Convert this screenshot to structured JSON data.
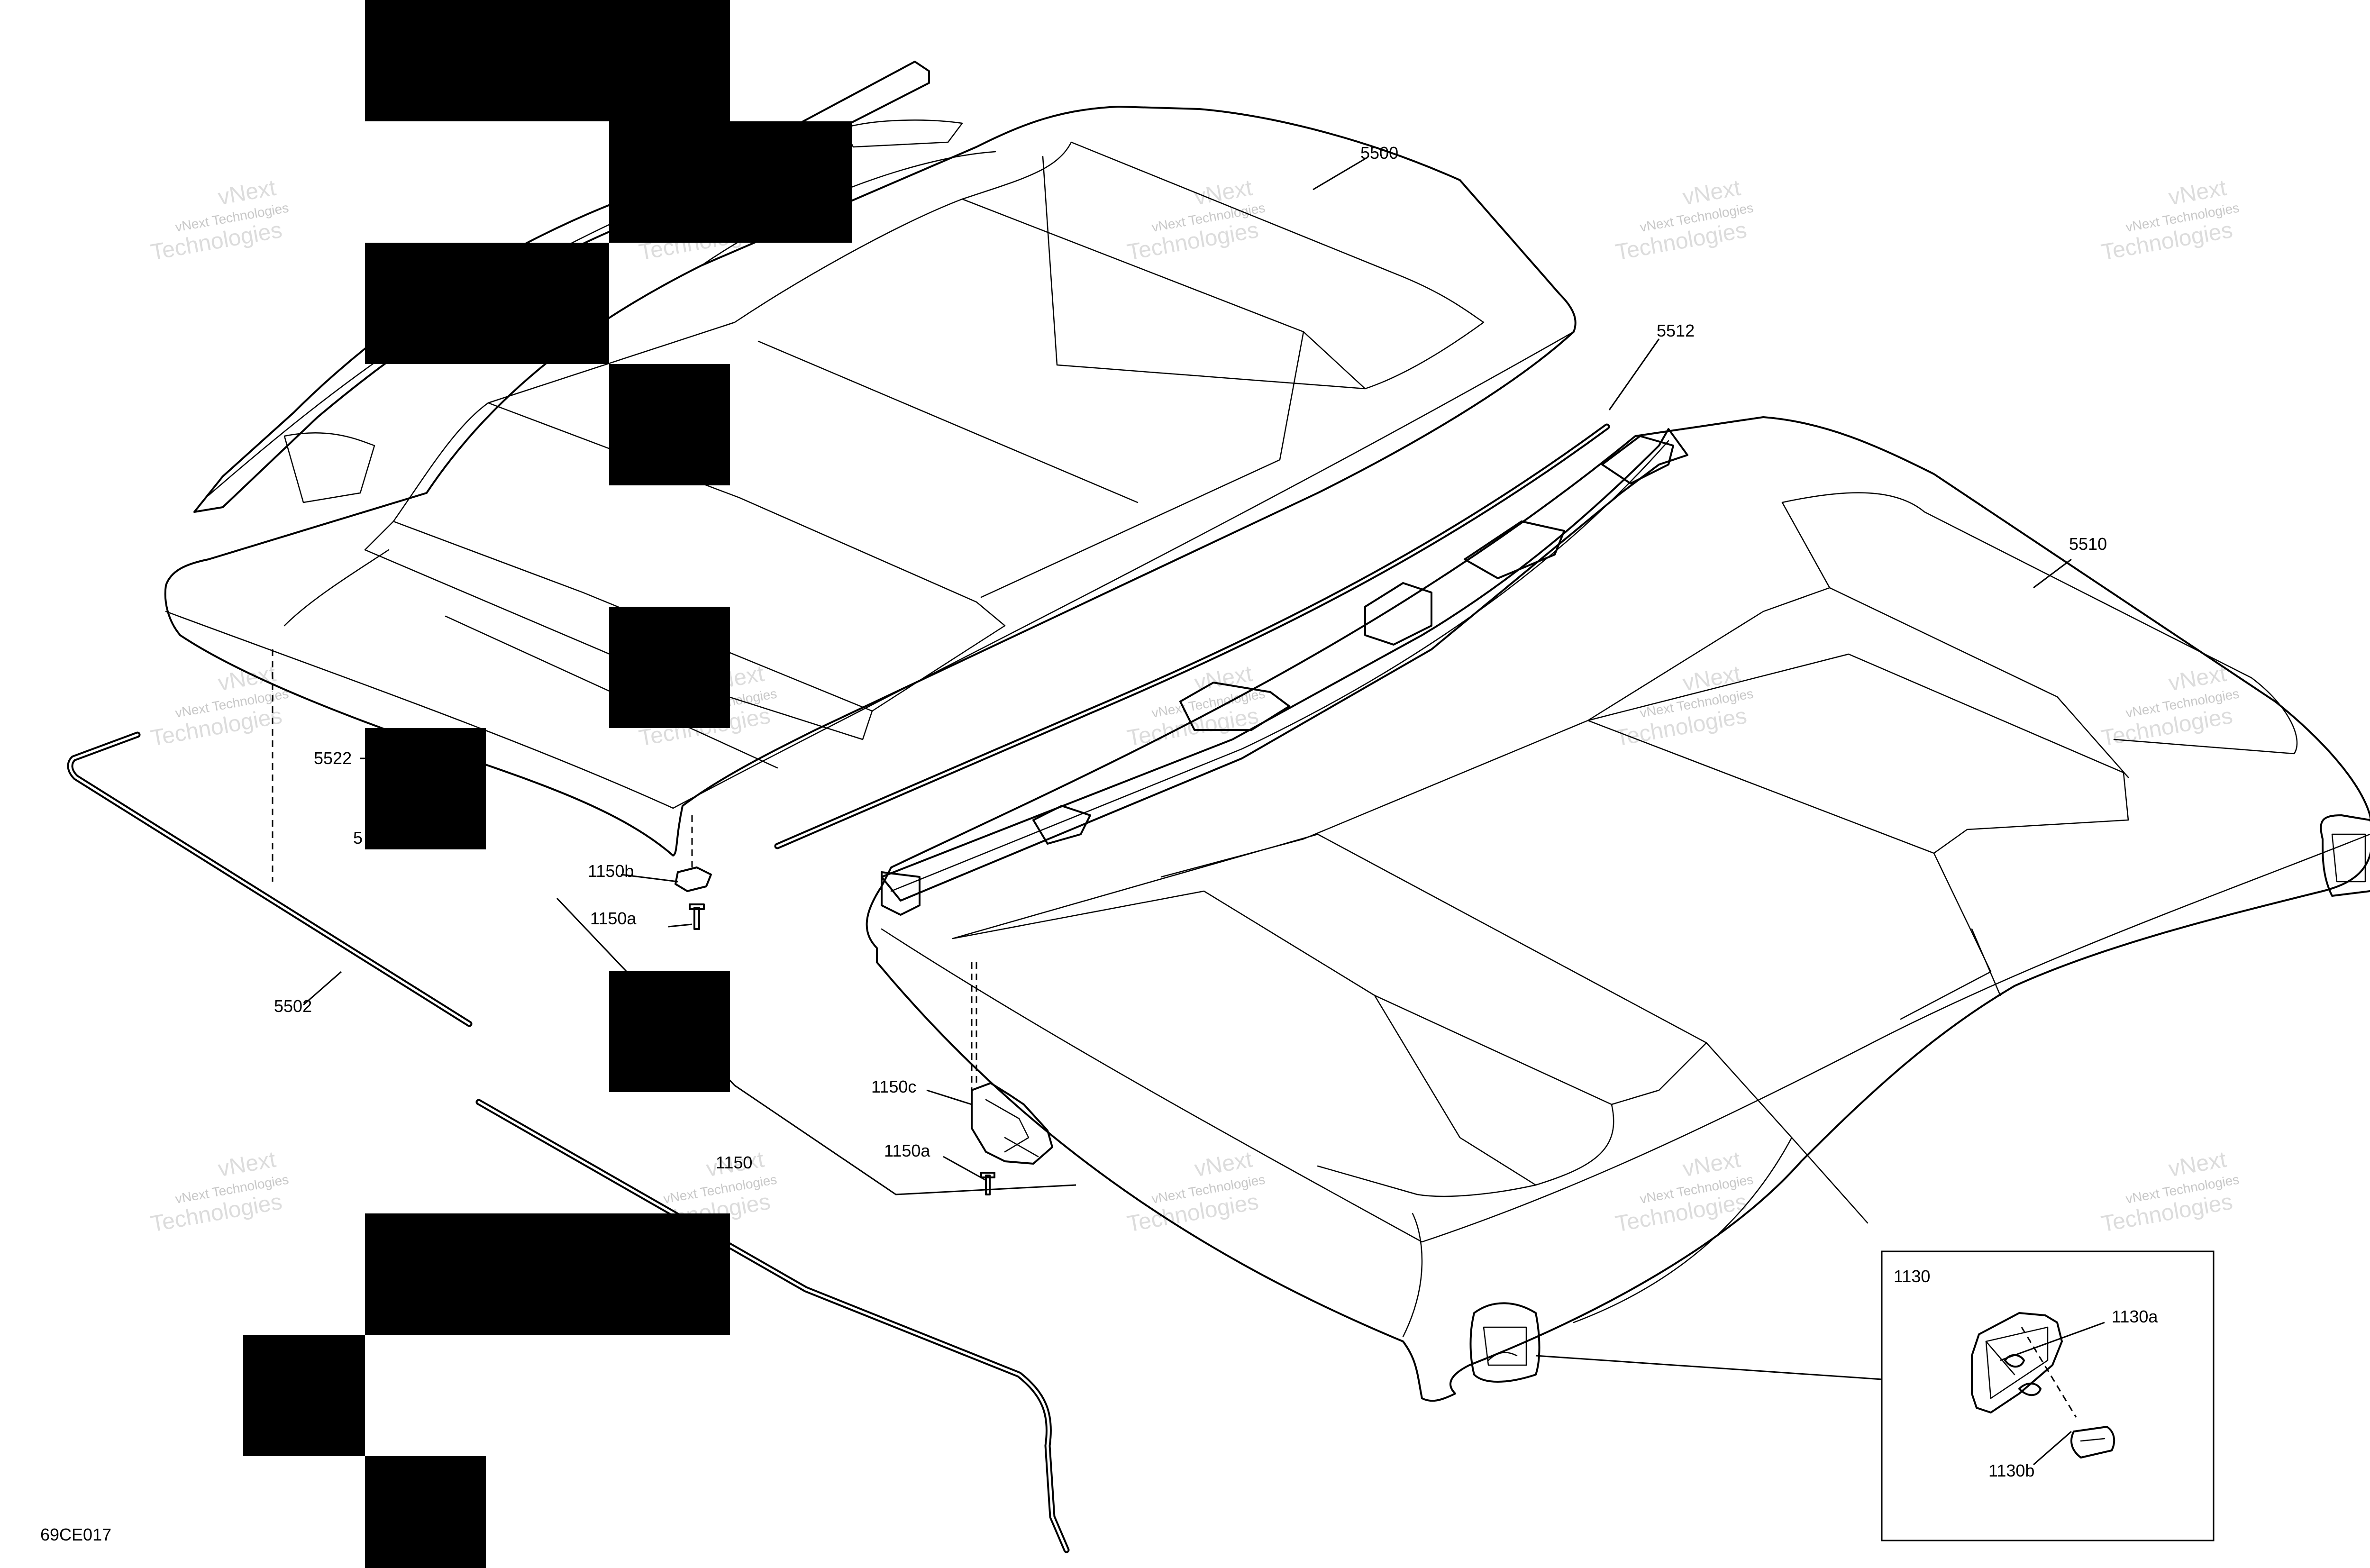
{
  "drawing": {
    "id": "69CE017",
    "watermark": {
      "line1": "vNext Technologies",
      "line2": "vNext",
      "line3": "Technologies"
    },
    "detail_box_label": "1130",
    "callouts": [
      {
        "key": "c5500",
        "text": "5500"
      },
      {
        "key": "c5512",
        "text": "5512"
      },
      {
        "key": "c5510",
        "text": "5510"
      },
      {
        "key": "c5522",
        "text": "5522"
      },
      {
        "key": "c5522b",
        "text": "5"
      },
      {
        "key": "c1150b",
        "text": "1150b"
      },
      {
        "key": "c1150a_top",
        "text": "1150a"
      },
      {
        "key": "c5502",
        "text": "5502"
      },
      {
        "key": "c1150c",
        "text": "1150c"
      },
      {
        "key": "c1150a_bot",
        "text": "1150a"
      },
      {
        "key": "c1150",
        "text": "1150"
      },
      {
        "key": "c1130a",
        "text": "1130a"
      },
      {
        "key": "c1130b",
        "text": "1130b"
      }
    ]
  },
  "colors": {
    "line": "#000000",
    "background": "#ffffff",
    "watermark": "#c8c8c8"
  }
}
